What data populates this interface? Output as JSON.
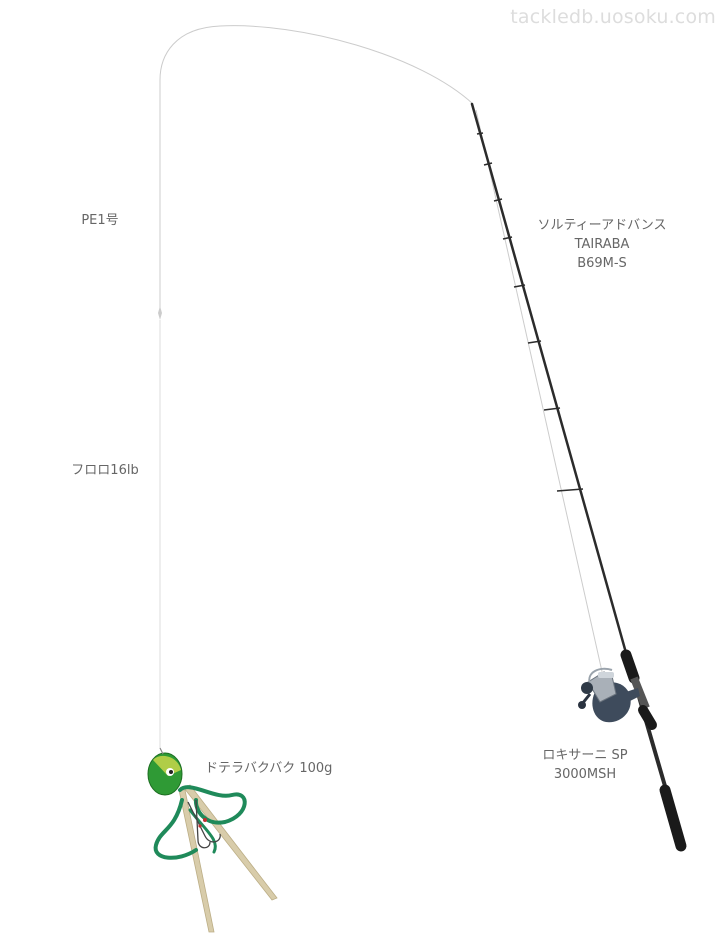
{
  "watermark": "tackledb.uosoku.com",
  "main_line": {
    "label": "PE1号"
  },
  "leader": {
    "label": "フロロ16lb"
  },
  "rod": {
    "name": "ソルティーアドバンス",
    "model_line": "TAIRABA",
    "model": "B69M-S"
  },
  "reel": {
    "name": "ロキサーニ SP",
    "model": "3000MSH"
  },
  "lure": {
    "name": "ドテラバクバク 100g"
  },
  "colors": {
    "line": "#cccccc",
    "rod_blank": "#2b2b2b",
    "rod_grip": "#1a1a1a",
    "reel_body": "#3e4b5c",
    "lure_head": "#2f9a35",
    "lure_skirt": "#1f8a5a",
    "lure_tentacle": "#d8ccaa",
    "label_text": "#666666",
    "watermark": "#dddddd"
  },
  "icons": [
    "fishing-rod-icon",
    "spinning-reel-icon",
    "tai-rubber-lure-icon"
  ]
}
